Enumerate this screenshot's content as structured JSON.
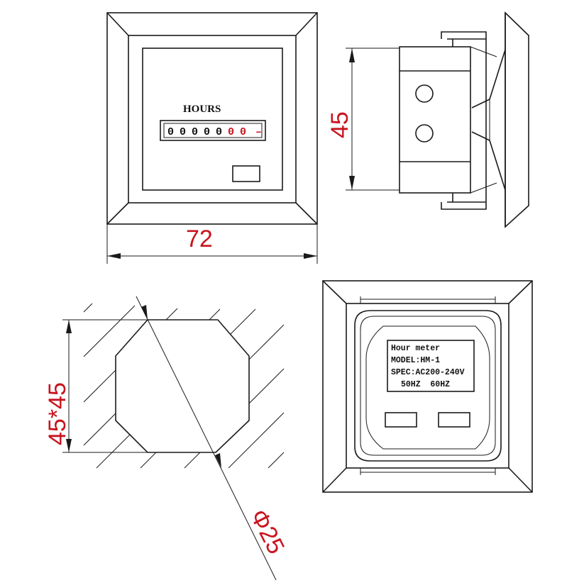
{
  "front_view": {
    "title_label": "HOURS",
    "counter_digits": [
      "0",
      "0",
      "0",
      "0",
      "0",
      "0",
      "0"
    ],
    "counter_colors": [
      "#111111",
      "#111111",
      "#111111",
      "#111111",
      "#111111",
      "#c8141e",
      "#c8141e"
    ],
    "counter_suffix": "–"
  },
  "dimensions": {
    "width": "72",
    "height": "45",
    "cutout": "45*45",
    "diameter": "Φ25"
  },
  "rear_label": {
    "line1": "Hour meter",
    "line2": "MODEL:HM-1",
    "line3": "SPEC:AC200-240V",
    "line4": "50HZ  60HZ"
  },
  "colors": {
    "dimension_text": "#c8141e",
    "line": "#1a1a1a"
  }
}
